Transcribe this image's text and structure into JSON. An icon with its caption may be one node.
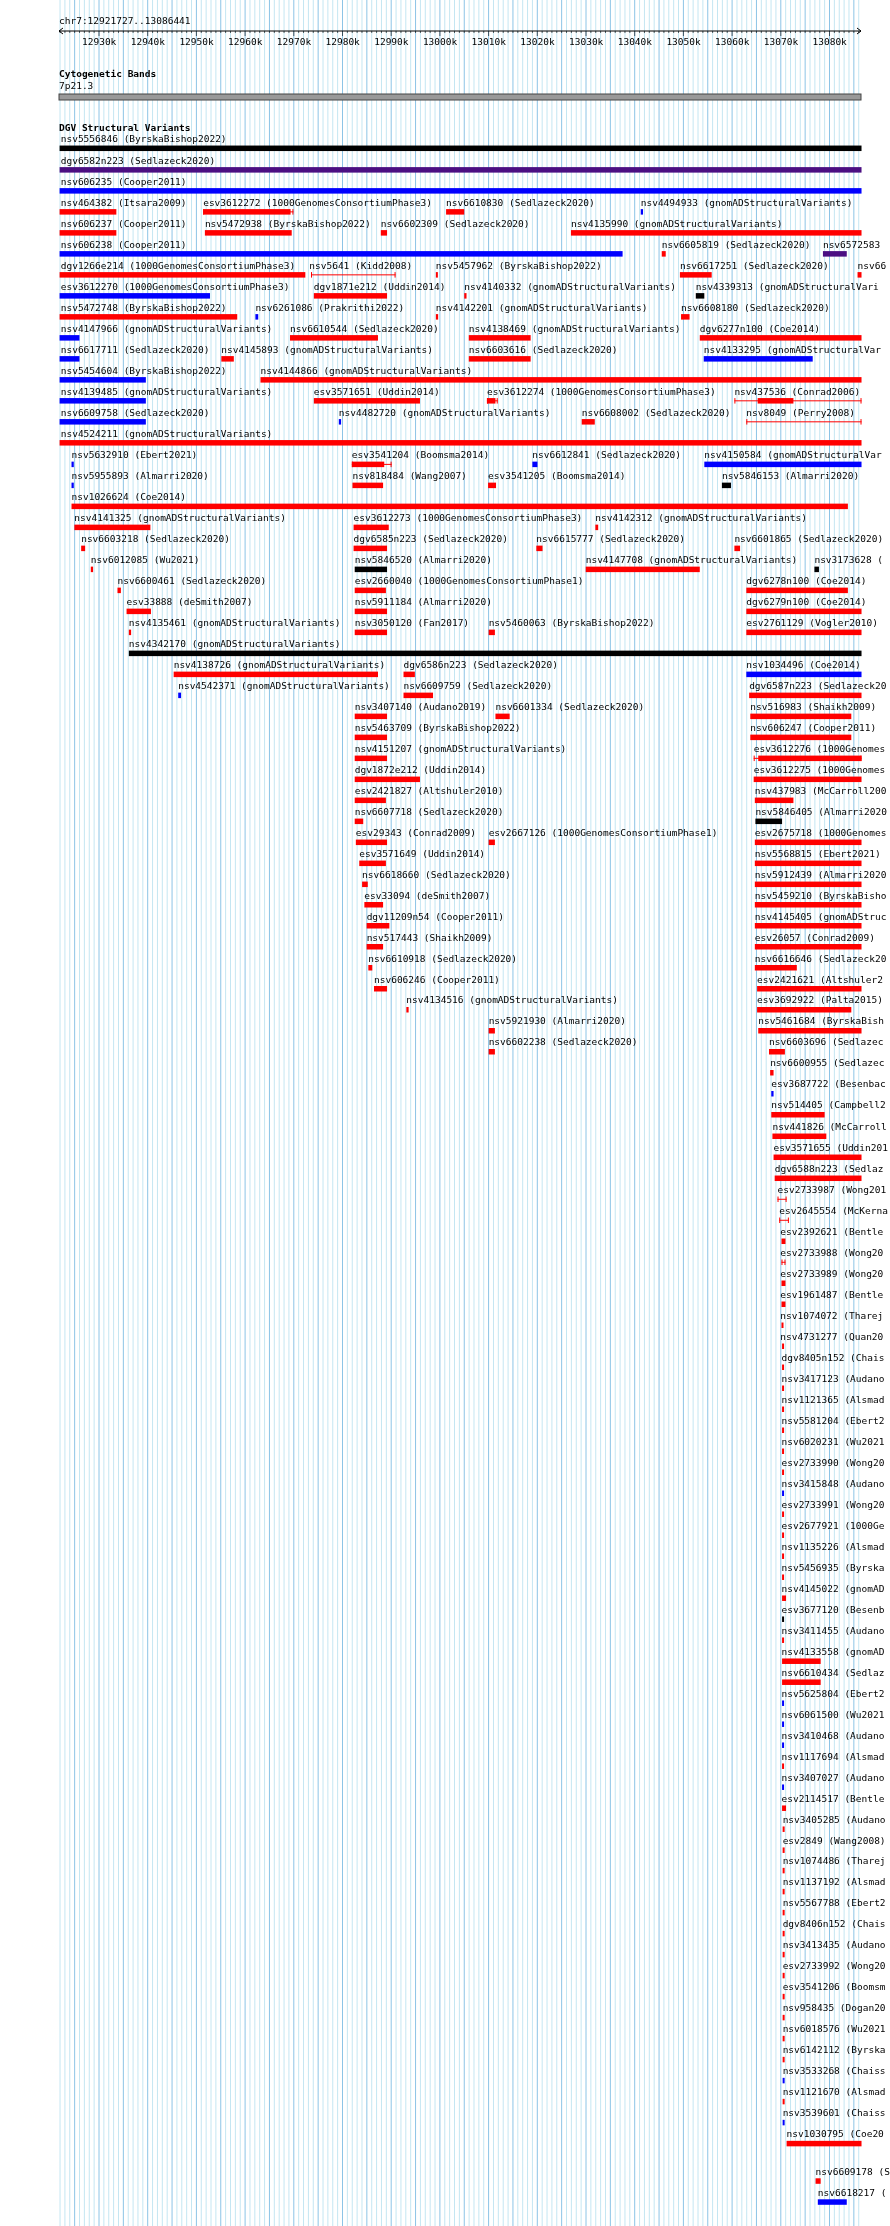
{
  "diagram": {
    "labels": [
      "chr7:12921727..13086441",
      "12930k",
      "12940k",
      "12950k",
      "12960k",
      "12970k",
      "12980k",
      "12990k",
      "13000k",
      "13010k",
      "13020k",
      "13030k",
      "13040k",
      "13050k",
      "13060k",
      "13070k",
      "13080k",
      "Cytogenetic Bands",
      "7p21.3",
      "DGV Structural Variants",
      "nsv5556846 (ByrskaBishop2022)",
      "dgv6582n223 (Sedlazeck2020)",
      "nsv606235 (Cooper2011)",
      "nsv464382 (Itsara2009)",
      "esv3612272 (1000GenomesConsortiumPhase3)",
      "nsv6610830 (Sedlazeck2020)",
      "nsv4494933 (gnomADStructuralVariants)",
      "nsv606237 (Cooper2011)",
      "nsv5472938 (ByrskaBishop2022)",
      "nsv6602309 (Sedlazeck2020)",
      "nsv4135990 (gnomADStructuralVariants)",
      "nsv606238 (Cooper2011)",
      "nsv6605819 (Sedlazeck2020)",
      "nsv6572583",
      "dgv1266e214 (1000GenomesConsortiumPhase3)",
      "nsv5641 (Kidd2008)",
      "nsv5457962 (ByrskaBishop2022)",
      "nsv6617251 (Sedlazeck2020)",
      "nsv66",
      "esv3612270 (1000GenomesConsortiumPhase3)",
      "dgv1871e212 (Uddin2014)",
      "nsv4140332 (gnomADStructuralVariants)",
      "nsv4339313 (gnomADStructuralVari",
      "nsv5472748 (ByrskaBishop2022)",
      "nsv6261086 (Prakrithi2022)",
      "nsv4142201 (gnomADStructuralVariants)",
      "nsv6608180 (Sedlazeck2020)",
      "nsv4147966 (gnomADStructuralVariants)",
      "nsv6610544 (Sedlazeck2020)",
      "nsv4138469 (gnomADStructuralVariants)",
      "dgv6277n100 (Coe2014)",
      "nsv6617711 (Sedlazeck2020)",
      "nsv4145893 (gnomADStructuralVariants)",
      "nsv6603616 (Sedlazeck2020)",
      "nsv4133295 (gnomADStructuralVar",
      "nsv5454604 (ByrskaBishop2022)",
      "nsv4144866 (gnomADStructuralVariants)",
      "nsv4139485 (gnomADStructuralVariants)",
      "esv3571651 (Uddin2014)",
      "esv3612274 (1000GenomesConsortiumPhase3)",
      "nsv437536 (Conrad2006)",
      "nsv6609758 (Sedlazeck2020)",
      "nsv4482720 (gnomADStructuralVariants)",
      "nsv6608002 (Sedlazeck2020)",
      "nsv8049 (Perry2008)",
      "nsv4524211 (gnomADStructuralVariants)",
      "nsv5632910 (Ebert2021)",
      "esv3541204 (Boomsma2014)",
      "nsv6612841 (Sedlazeck2020)",
      "nsv4150584 (gnomADStructuralVar",
      "nsv5955893 (Almarri2020)",
      "nsv818484 (Wang2007)",
      "esv3541205 (Boomsma2014)",
      "nsv5846153 (Almarri2020)",
      "nsv1026624 (Coe2014)",
      "nsv4141325 (gnomADStructuralVariants)",
      "esv3612273 (1000GenomesConsortiumPhase3)",
      "nsv4142312 (gnomADStructuralVariants)",
      "nsv6603218 (Sedlazeck2020)",
      "dgv6585n223 (Sedlazeck2020)",
      "nsv6615777 (Sedlazeck2020)",
      "nsv6601865 (Sedlazeck2020)",
      "nsv6012085 (Wu2021)",
      "nsv5846520 (Almarri2020)",
      "nsv4147708 (gnomADStructuralVariants)",
      "nsv3173628 (",
      "nsv6600461 (Sedlazeck2020)",
      "esv2660040 (1000GenomesConsortiumPhase1)",
      "dgv6278n100 (Coe2014)",
      "esv33888 (deSmith2007)",
      "nsv5911184 (Almarri2020)",
      "dgv6279n100 (Coe2014)",
      "nsv4135461 (gnomADStructuralVariants)",
      "nsv3050120 (Fan2017)",
      "nsv5460063 (ByrskaBishop2022)",
      "esv2761129 (Vogler2010)",
      "nsv4342170 (gnomADStructuralVariants)",
      "nsv4138726 (gnomADStructuralVariants)",
      "dgv6586n223 (Sedlazeck2020)",
      "nsv1034496 (Coe2014)",
      "nsv4542371 (gnomADStructuralVariants)",
      "nsv6609759 (Sedlazeck2020)",
      "dgv6587n223 (Sedlazeck20",
      "nsv3407140 (Audano2019)",
      "nsv6601334 (Sedlazeck2020)",
      "nsv516983 (Shaikh2009)",
      "nsv5463709 (ByrskaBishop2022)",
      "nsv606247 (Cooper2011)",
      "nsv4151207 (gnomADStructuralVariants)",
      "esv3612276 (1000Genomes",
      "dgv1872e212 (Uddin2014)",
      "esv3612275 (1000Genomes",
      "esv2421827 (Altshuler2010)",
      "nsv437983 (McCarroll200",
      "nsv6607718 (Sedlazeck2020)",
      "nsv5846405 (Almarri2020",
      "esv29343 (Conrad2009)",
      "esv2667126 (1000GenomesConsortiumPhase1)",
      "esv2675718 (1000Genomes",
      "esv3571649 (Uddin2014)",
      "nsv5568815 (Ebert2021)",
      "nsv6618660 (Sedlazeck2020)",
      "nsv5912439 (Almarri2020",
      "esv33094 (deSmith2007)",
      "nsv5459210 (ByrskaBisho",
      "dgv11209n54 (Cooper2011)",
      "nsv4145405 (gnomADStruc",
      "nsv517443 (Shaikh2009)",
      "esv26057 (Conrad2009)",
      "nsv6610918 (Sedlazeck2020)",
      "nsv6616646 (Sedlazeck20",
      "nsv606246 (Cooper2011)",
      "esv2421621 (Altshuler2",
      "nsv4134516 (gnomADStructuralVariants)",
      "esv3692922 (Palta2015)",
      "nsv5921930 (Almarri2020)",
      "nsv5461684 (ByrskaBish",
      "nsv6602238 (Sedlazeck2020)",
      "nsv6603696 (Sedlazec",
      "nsv6600955 (Sedlazec",
      "esv3687722 (Besenbac",
      "nsv514405 (Campbell2",
      "nsv441826 (McCarroll",
      "esv3571655 (Uddin201",
      "dgv6588n223 (Sedlaz",
      "esv2733987 (Wong201",
      "esv2645554 (McKerna",
      "esv2392621 (Bentle",
      "esv2733988 (Wong20",
      "esv2733989 (Wong20",
      "esv1961487 (Bentle",
      "nsv1074072 (Tharej",
      "nsv4731277 (Quan20",
      "dgv8405n152 (Chais",
      "nsv3417123 (Audano",
      "nsv1121365 (Alsmad",
      "nsv5581204 (Ebert2",
      "nsv6020231 (Wu2021",
      "esv2733990 (Wong20",
      "nsv3415848 (Audano",
      "esv2733991 (Wong20",
      "esv2677921 (1000Ge",
      "nsv1135226 (Alsmad",
      "nsv5456935 (Byrska",
      "nsv4145022 (gnomAD",
      "esv3677120 (Besenb",
      "nsv3411455 (Audano",
      "nsv4133558 (gnomAD",
      "nsv6610434 (Sedlaz",
      "nsv5625804 (Ebert2",
      "nsv6061500 (Wu2021",
      "nsv3410468 (Audano",
      "nsv1117694 (Alsmad",
      "nsv3407027 (Audano",
      "esv2114517 (Bentle",
      "nsv3405285 (Audano",
      "esv2849 (Wang2008)",
      "nsv1074486 (Tharej",
      "nsv1137192 (Alsmad",
      "nsv5567788 (Ebert2",
      "dgv8406n152 (Chais",
      "nsv3413435 (Audano",
      "esv2733992 (Wong20",
      "esv3541206 (Boomsm",
      "nsv958435 (Dogan20",
      "nsv6018576 (Wu2021",
      "nsv6142112 (Byrska",
      "nsv3533268 (Chaiss",
      "nsv1121670 (Alsmad",
      "nsv3539601 (Chaiss",
      "nsv1030795 (Coe20",
      "nsv6609178 (S",
      "nsv6618217 ("
    ]
  }
}
